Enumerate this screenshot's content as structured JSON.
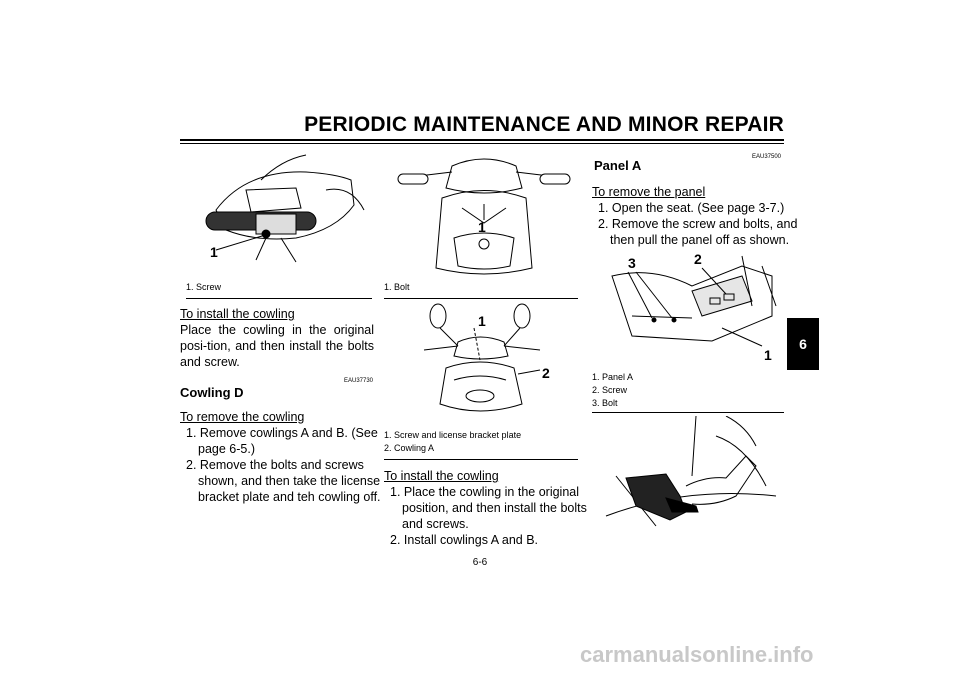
{
  "header": {
    "title": "PERIODIC MAINTENANCE AND MINOR REPAIR",
    "chapter": "6"
  },
  "page_number": "6-6",
  "col1": {
    "fig_label": "1",
    "caption": "1.  Screw",
    "install_title": "To install the cowling",
    "install_text": "Place the cowling in the original posi-tion, and then install the bolts and screw.",
    "code": "EAU37730",
    "heading": "Cowling D",
    "remove_title": "To remove the cowling",
    "step1": "1.  Remove cowlings A and B. (See page 6-5.)",
    "step2": "2.  Remove the bolts and screws shown, and then take the license bracket plate and teh cowling off."
  },
  "col2": {
    "fig1_label": "1",
    "caption1": "1.  Bolt",
    "fig2_label1": "1",
    "fig2_label2": "2",
    "caption2_1": "1.  Screw and license bracket plate",
    "caption2_2": "2.  Cowling A",
    "install_title": "To install the cowling",
    "step1": "1.  Place the cowling in the original position, and then install the bolts and screws.",
    "step2": "2.  Install cowlings A and B."
  },
  "col3": {
    "code": "EAU37500",
    "heading": "Panel A",
    "remove_title": "To remove the panel",
    "step1": "1.  Open the seat. (See page 3-7.)",
    "step2": "2.  Remove the screw and bolts, and then pull the panel off as shown.",
    "fig_label1": "1",
    "fig_label2": "2",
    "fig_label3": "3",
    "caption1": "1.  Panel A",
    "caption2": "2.  Screw",
    "caption3": "3.  Bolt"
  },
  "watermark": "carmanualsonline.info"
}
